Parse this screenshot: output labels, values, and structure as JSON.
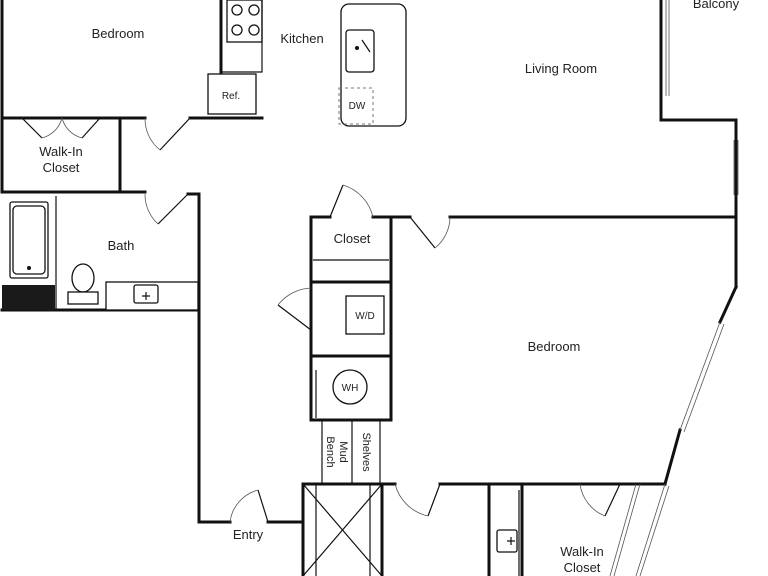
{
  "rooms": {
    "bedroom_1": "Bedroom",
    "kitchen": "Kitchen",
    "living_room": "Living Room",
    "balcony": "Balcony",
    "walk_in_closet_1_line1": "Walk-In",
    "walk_in_closet_1_line2": "Closet",
    "bath": "Bath",
    "closet": "Closet",
    "bedroom_2": "Bedroom",
    "entry": "Entry",
    "walk_in_closet_2_line1": "Walk-In",
    "walk_in_closet_2_line2": "Closet"
  },
  "fixtures": {
    "refrigerator": "Ref.",
    "dishwasher": "DW",
    "washer_dryer": "W/D",
    "water_heater": "WH",
    "mud_bench_line1": "Mud",
    "mud_bench_line2": "Bench",
    "shelves": "Shelves"
  }
}
